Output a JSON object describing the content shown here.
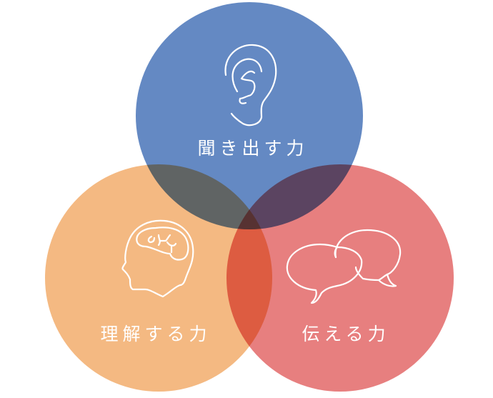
{
  "diagram": {
    "type": "venn",
    "circles": [
      {
        "id": "listen",
        "label": "聞き出す力",
        "icon": "ear-icon",
        "color": "#6489c3"
      },
      {
        "id": "understand",
        "label": "理解する力",
        "icon": "head-brain-icon",
        "color": "#f4b982"
      },
      {
        "id": "convey",
        "label": "伝える力",
        "icon": "speech-bubbles-icon",
        "color": "#e77f7f"
      }
    ],
    "overlap_colors": {
      "listen_understand": "#5e6561",
      "listen_convey": "#5a4461",
      "understand_convey": "#df5c40",
      "all_three": "#5a302e"
    },
    "text_color": "#ffffff",
    "background": "#ffffff"
  }
}
